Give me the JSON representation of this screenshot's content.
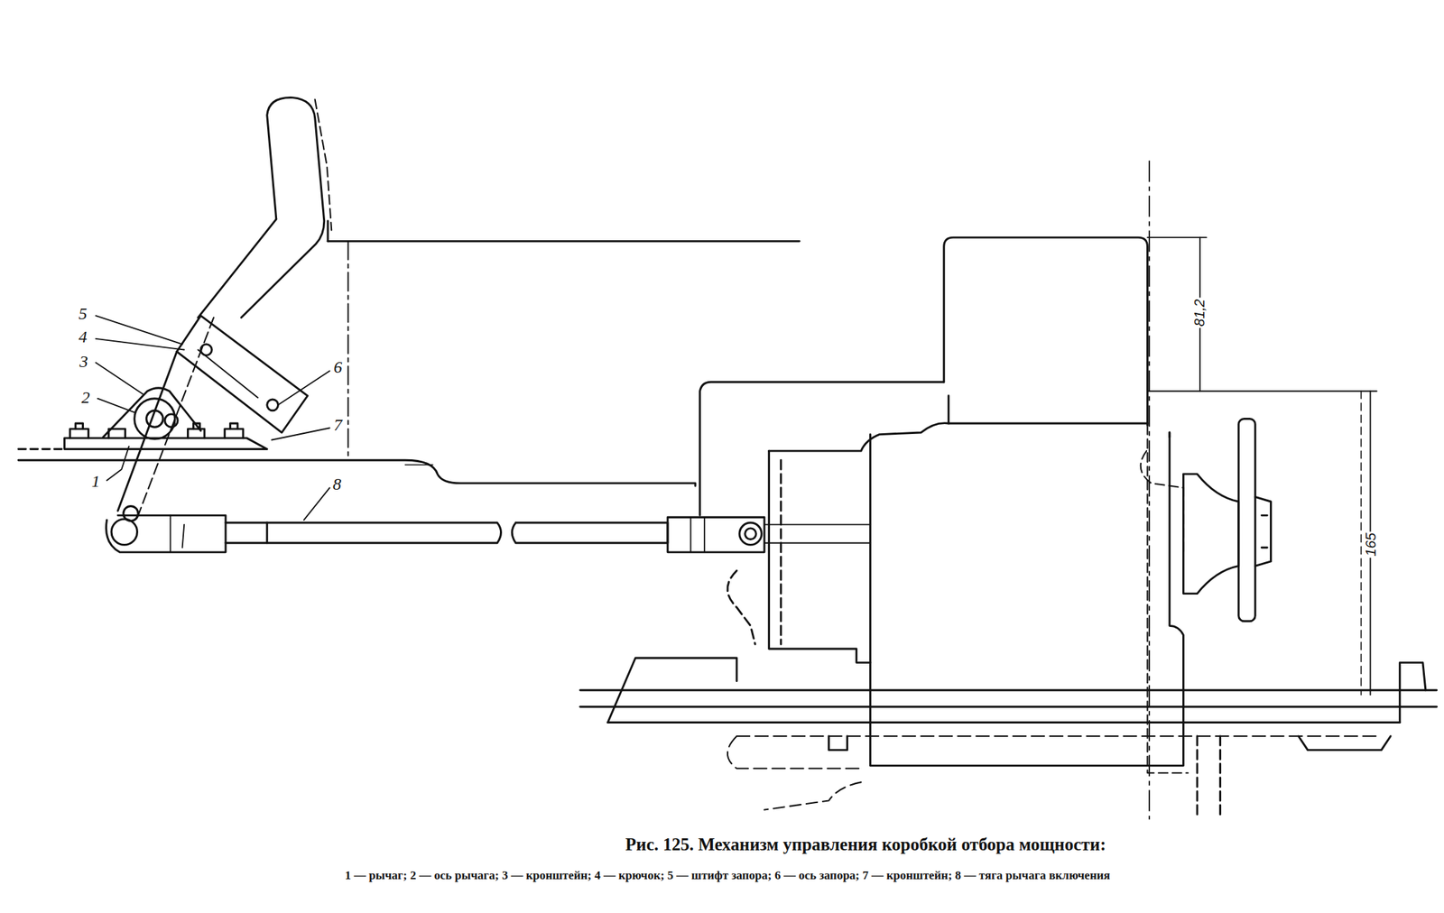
{
  "diagram": {
    "caption": "Рис. 125. Механизм управления коробкой отбора мощности:",
    "labels": [
      "5",
      "4",
      "3",
      "2",
      "1",
      "6",
      "7",
      "8",
      "81,2",
      "165",
      "1 — рычаг; 2 — ось рычага; 3 — кронштейн; 4 — крючок; 5 — штифт запора; 6 — ось запора; 7 — кронштейн; 8 — тяга рычага включения"
    ]
  }
}
